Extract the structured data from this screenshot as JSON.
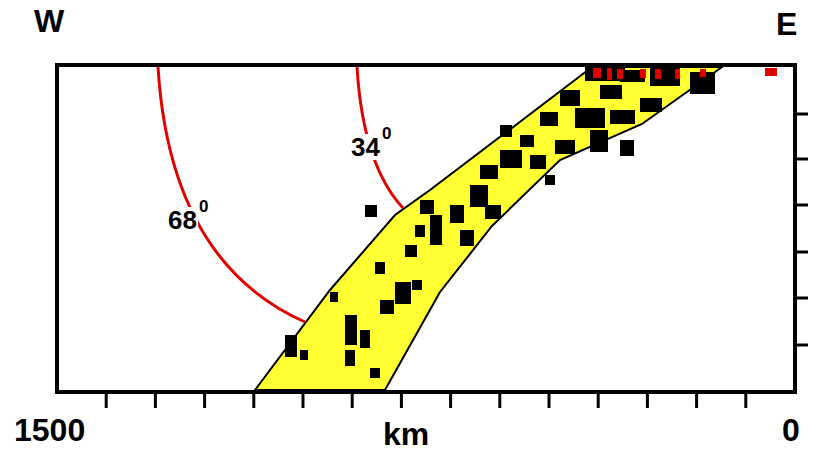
{
  "diagram": {
    "labels": [
      "W",
      "E",
      "34",
      "0",
      "68",
      "0",
      "1500",
      "km",
      "0"
    ]
  }
}
